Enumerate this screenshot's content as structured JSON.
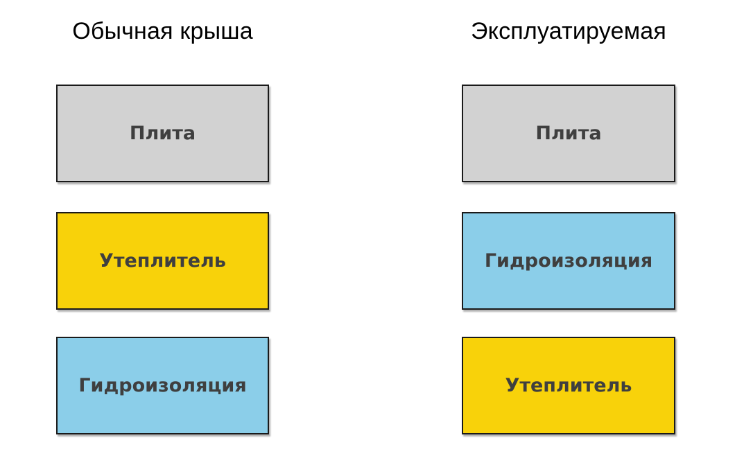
{
  "diagram": {
    "columns": [
      {
        "title": "Обычная крыша",
        "layers": [
          {
            "label": "Плита",
            "type": "slab"
          },
          {
            "label": "Утеплитель",
            "type": "insulation"
          },
          {
            "label": "Гидроизоляция",
            "type": "waterproofing"
          }
        ]
      },
      {
        "title": "Эксплуатируемая",
        "layers": [
          {
            "label": "Плита",
            "type": "slab"
          },
          {
            "label": "Гидроизоляция",
            "type": "waterproofing"
          },
          {
            "label": "Утеплитель",
            "type": "insulation"
          }
        ]
      }
    ],
    "colors": {
      "slab": "#d2d2d2",
      "insulation": "#f8d20a",
      "waterproofing": "#8bcee9",
      "box_border": "#1a1a1a",
      "label_text": "#3f3f3f",
      "title_text": "#000000",
      "background": "#ffffff"
    }
  }
}
